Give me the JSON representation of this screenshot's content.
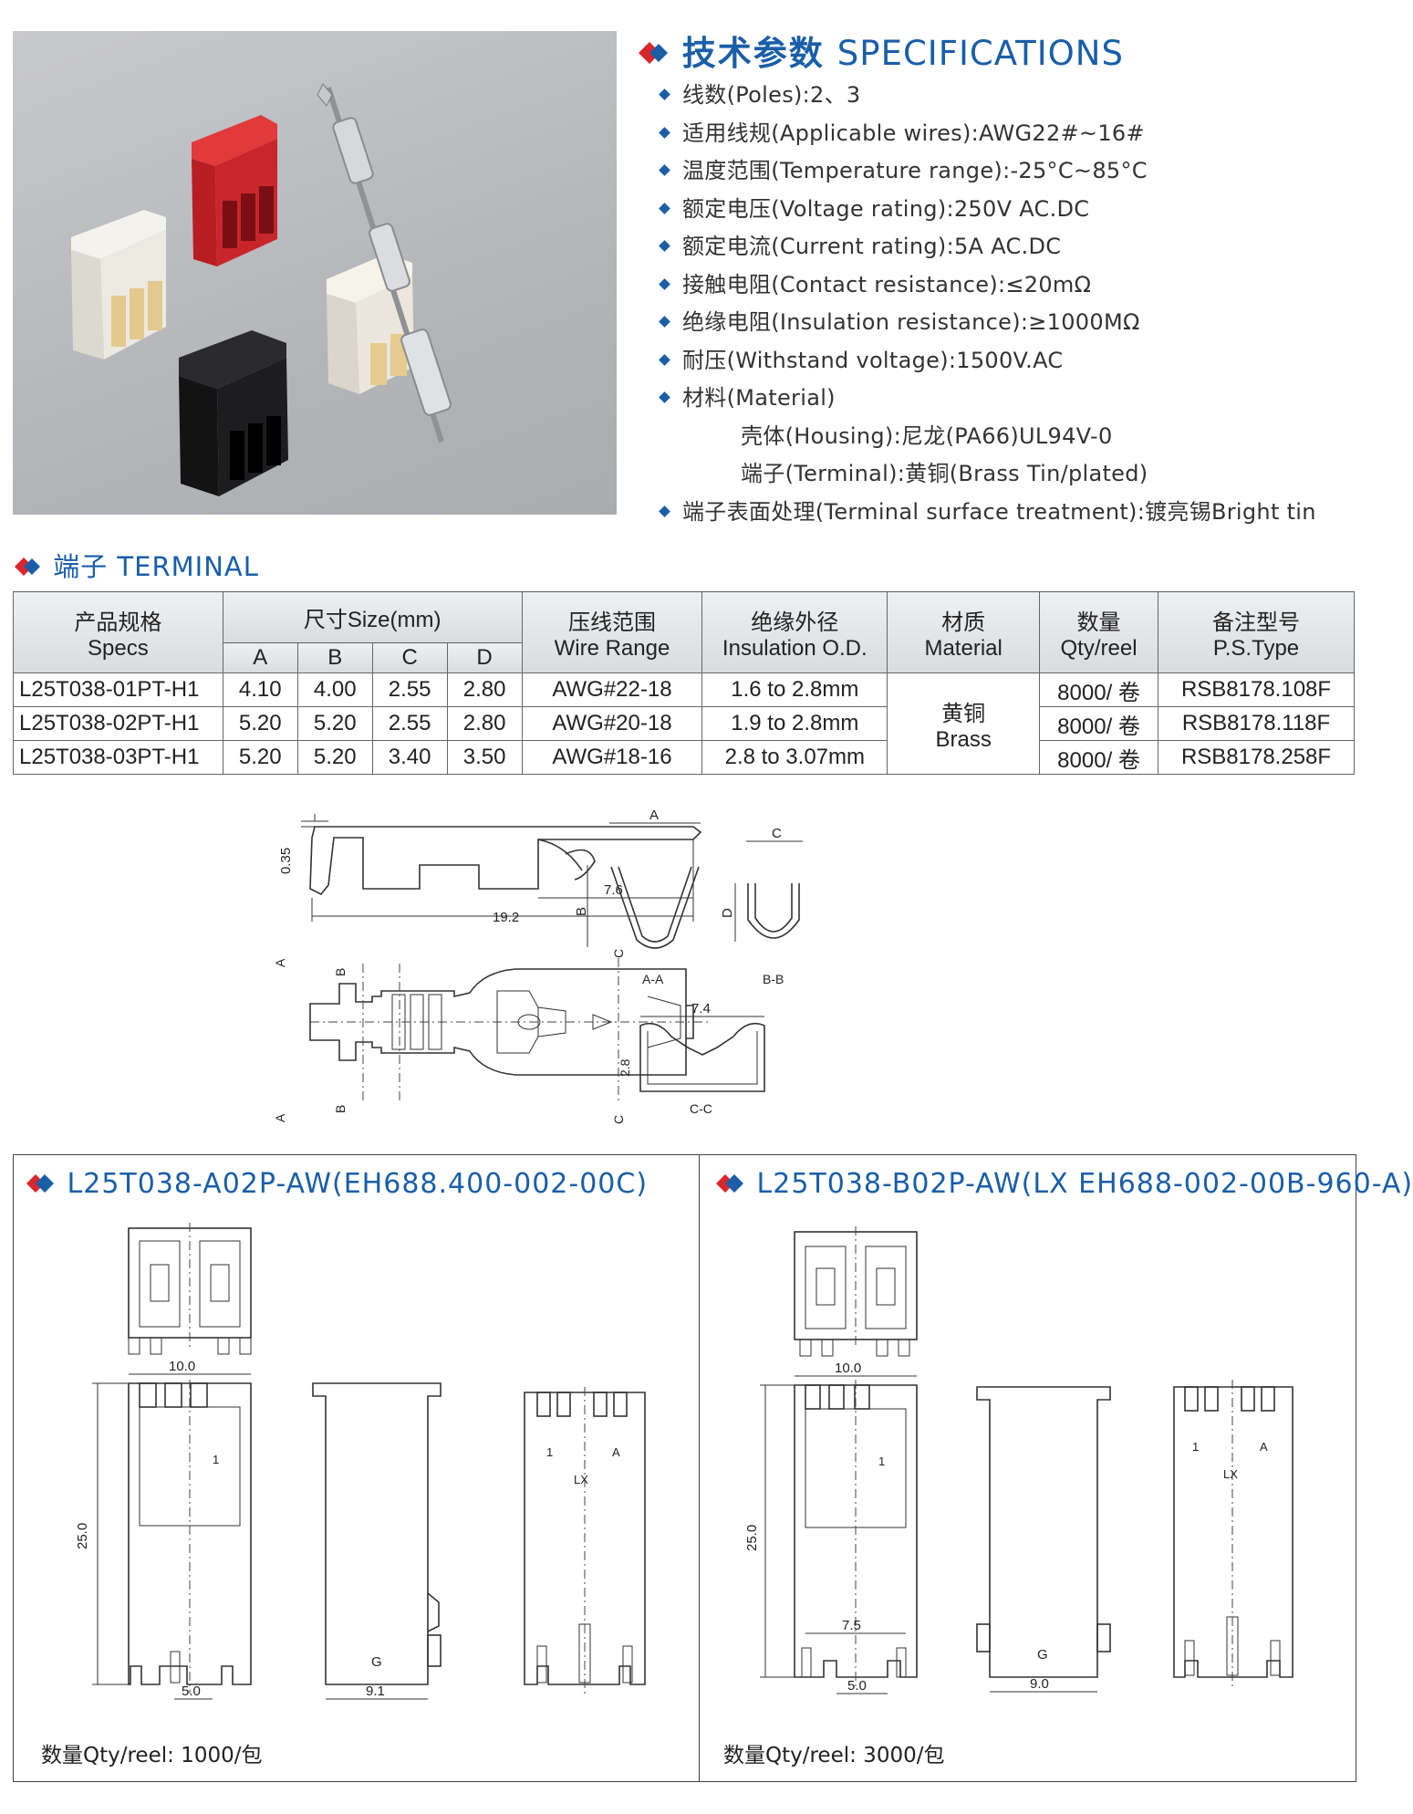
{
  "specs": {
    "title_cn": "技术参数",
    "title_en": "SPECIFICATIONS",
    "items": [
      "线数(Poles):2、3",
      "适用线规(Applicable wires):AWG22#~16#",
      "温度范围(Temperature range):-25°C~85°C",
      "额定电压(Voltage rating):250V AC.DC",
      "额定电流(Current rating):5A AC.DC",
      "接触电阻(Contact resistance):≤20mΩ",
      "绝缘电阻(Insulation resistance):≥1000MΩ",
      "耐压(Withstand voltage):1500V.AC",
      "材料(Material)"
    ],
    "material_sub": [
      "壳体(Housing):尼龙(PA66)UL94V-0",
      "端子(Terminal):黄铜(Brass Tin/plated)"
    ],
    "last_item": "端子表面处理(Terminal surface treatment):镀亮锡Bright tin"
  },
  "terminal": {
    "title": "端子 TERMINAL",
    "table": {
      "headers": {
        "specs_cn": "产品规格",
        "specs_en": "Specs",
        "size": "尺寸Size(mm)",
        "a": "A",
        "b": "B",
        "c": "C",
        "d": "D",
        "wire_cn": "压线范围",
        "wire_en": "Wire Range",
        "ins_cn": "绝缘外径",
        "ins_en": "Insulation O.D.",
        "mat_cn": "材质",
        "mat_en": "Material",
        "qty_cn": "数量",
        "qty_en": "Qty/reel",
        "ps_cn": "备注型号",
        "ps_en": "P.S.Type"
      },
      "rows": [
        {
          "spec": "L25T038-01PT-H1",
          "a": "4.10",
          "b": "4.00",
          "c": "2.55",
          "d": "2.80",
          "wire": "AWG#22-18",
          "ins": "1.6 to 2.8mm",
          "qty": "8000/ 卷",
          "ps": "RSB8178.108F"
        },
        {
          "spec": "L25T038-02PT-H1",
          "a": "5.20",
          "b": "5.20",
          "c": "2.55",
          "d": "2.80",
          "wire": "AWG#20-18",
          "ins": "1.9 to 2.8mm",
          "qty": "8000/ 卷",
          "ps": "RSB8178.118F"
        },
        {
          "spec": "L25T038-03PT-H1",
          "a": "5.20",
          "b": "5.20",
          "c": "3.40",
          "d": "3.50",
          "wire": "AWG#18-16",
          "ins": "2.8 to 3.07mm",
          "qty": "8000/ 卷",
          "ps": "RSB8178.258F"
        }
      ],
      "material_cn": "黄铜",
      "material_en": "Brass"
    },
    "drawing": {
      "dim_035": "0.35",
      "dim_76": "7.6",
      "dim_192": "19.2",
      "dim_74": "7.4",
      "dim_28": "2.8",
      "lbl_a": "A",
      "lbl_b": "B",
      "lbl_c": "C",
      "lbl_d": "D",
      "sec_aa": "A-A",
      "sec_bb": "B-B",
      "sec_cc": "C-C"
    }
  },
  "panel_a": {
    "title": "L25T038-A02P-AW(EH688.400-002-00C)",
    "dim_10": "10.0",
    "dim_25": "25.0",
    "dim_5": "5.0",
    "dim_91": "9.1",
    "lbl_1": "1",
    "lbl_g": "G",
    "lbl_a": "A",
    "lbl_lx": "LX",
    "qty": "数量Qty/reel:  1000/包"
  },
  "panel_b": {
    "title": "L25T038-B02P-AW(LX EH688-002-00B-960-A)",
    "dim_10": "10.0",
    "dim_25": "25.0",
    "dim_75": "7.5",
    "dim_5": "5.0",
    "dim_90": "9.0",
    "lbl_1": "1",
    "lbl_g": "G",
    "lbl_a": "A",
    "lbl_lx": "LX",
    "qty": "数量Qty/reel:  3000/包"
  },
  "colors": {
    "accent_blue": "#1a5ea8",
    "accent_red": "#d8262b",
    "table_header": "#e3e5e8"
  }
}
